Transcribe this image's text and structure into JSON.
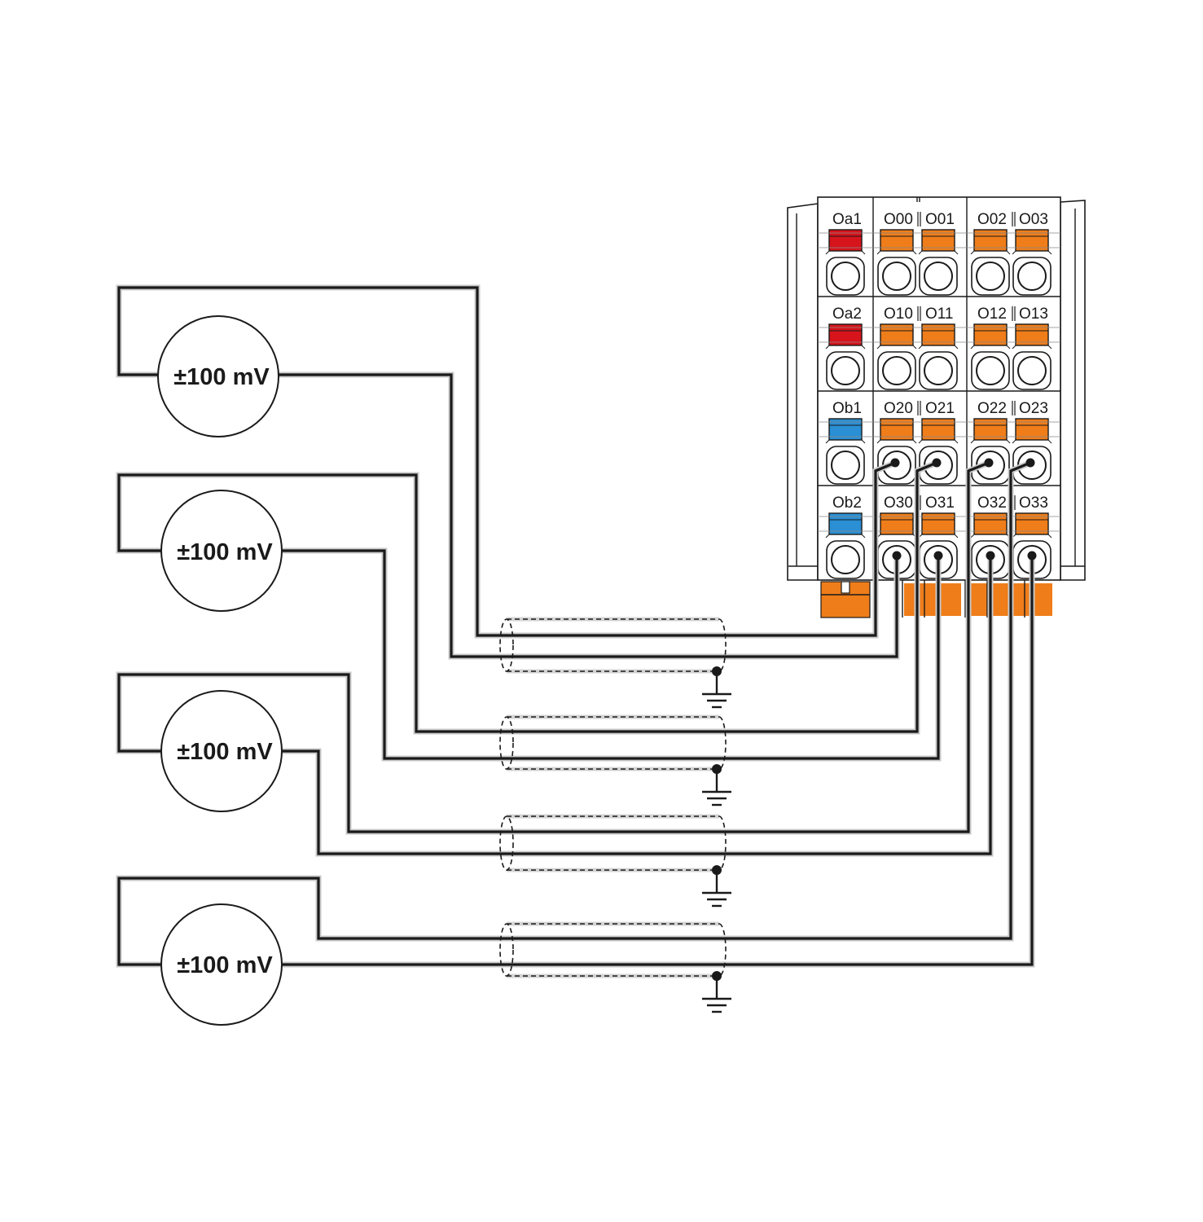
{
  "sources": [
    {
      "label": "±100 mV"
    },
    {
      "label": "±100 mV"
    },
    {
      "label": "±100 mV"
    },
    {
      "label": "±100 mV"
    }
  ],
  "terminal_labels": {
    "row0": [
      "Oa1",
      "O00",
      "O01",
      "O02",
      "O03"
    ],
    "row1": [
      "Oa2",
      "O10",
      "O11",
      "O12",
      "O13"
    ],
    "row2": [
      "Ob1",
      "O20",
      "O21",
      "O22",
      "O23"
    ],
    "row3": [
      "Ob2",
      "O30",
      "O31",
      "O32",
      "O33"
    ]
  },
  "colors": {
    "wire": "#1a1a1a",
    "release_red": "#d7141c",
    "release_blue": "#2a8fd4",
    "release_orange": "#ef7d1a",
    "background": "#ffffff"
  }
}
